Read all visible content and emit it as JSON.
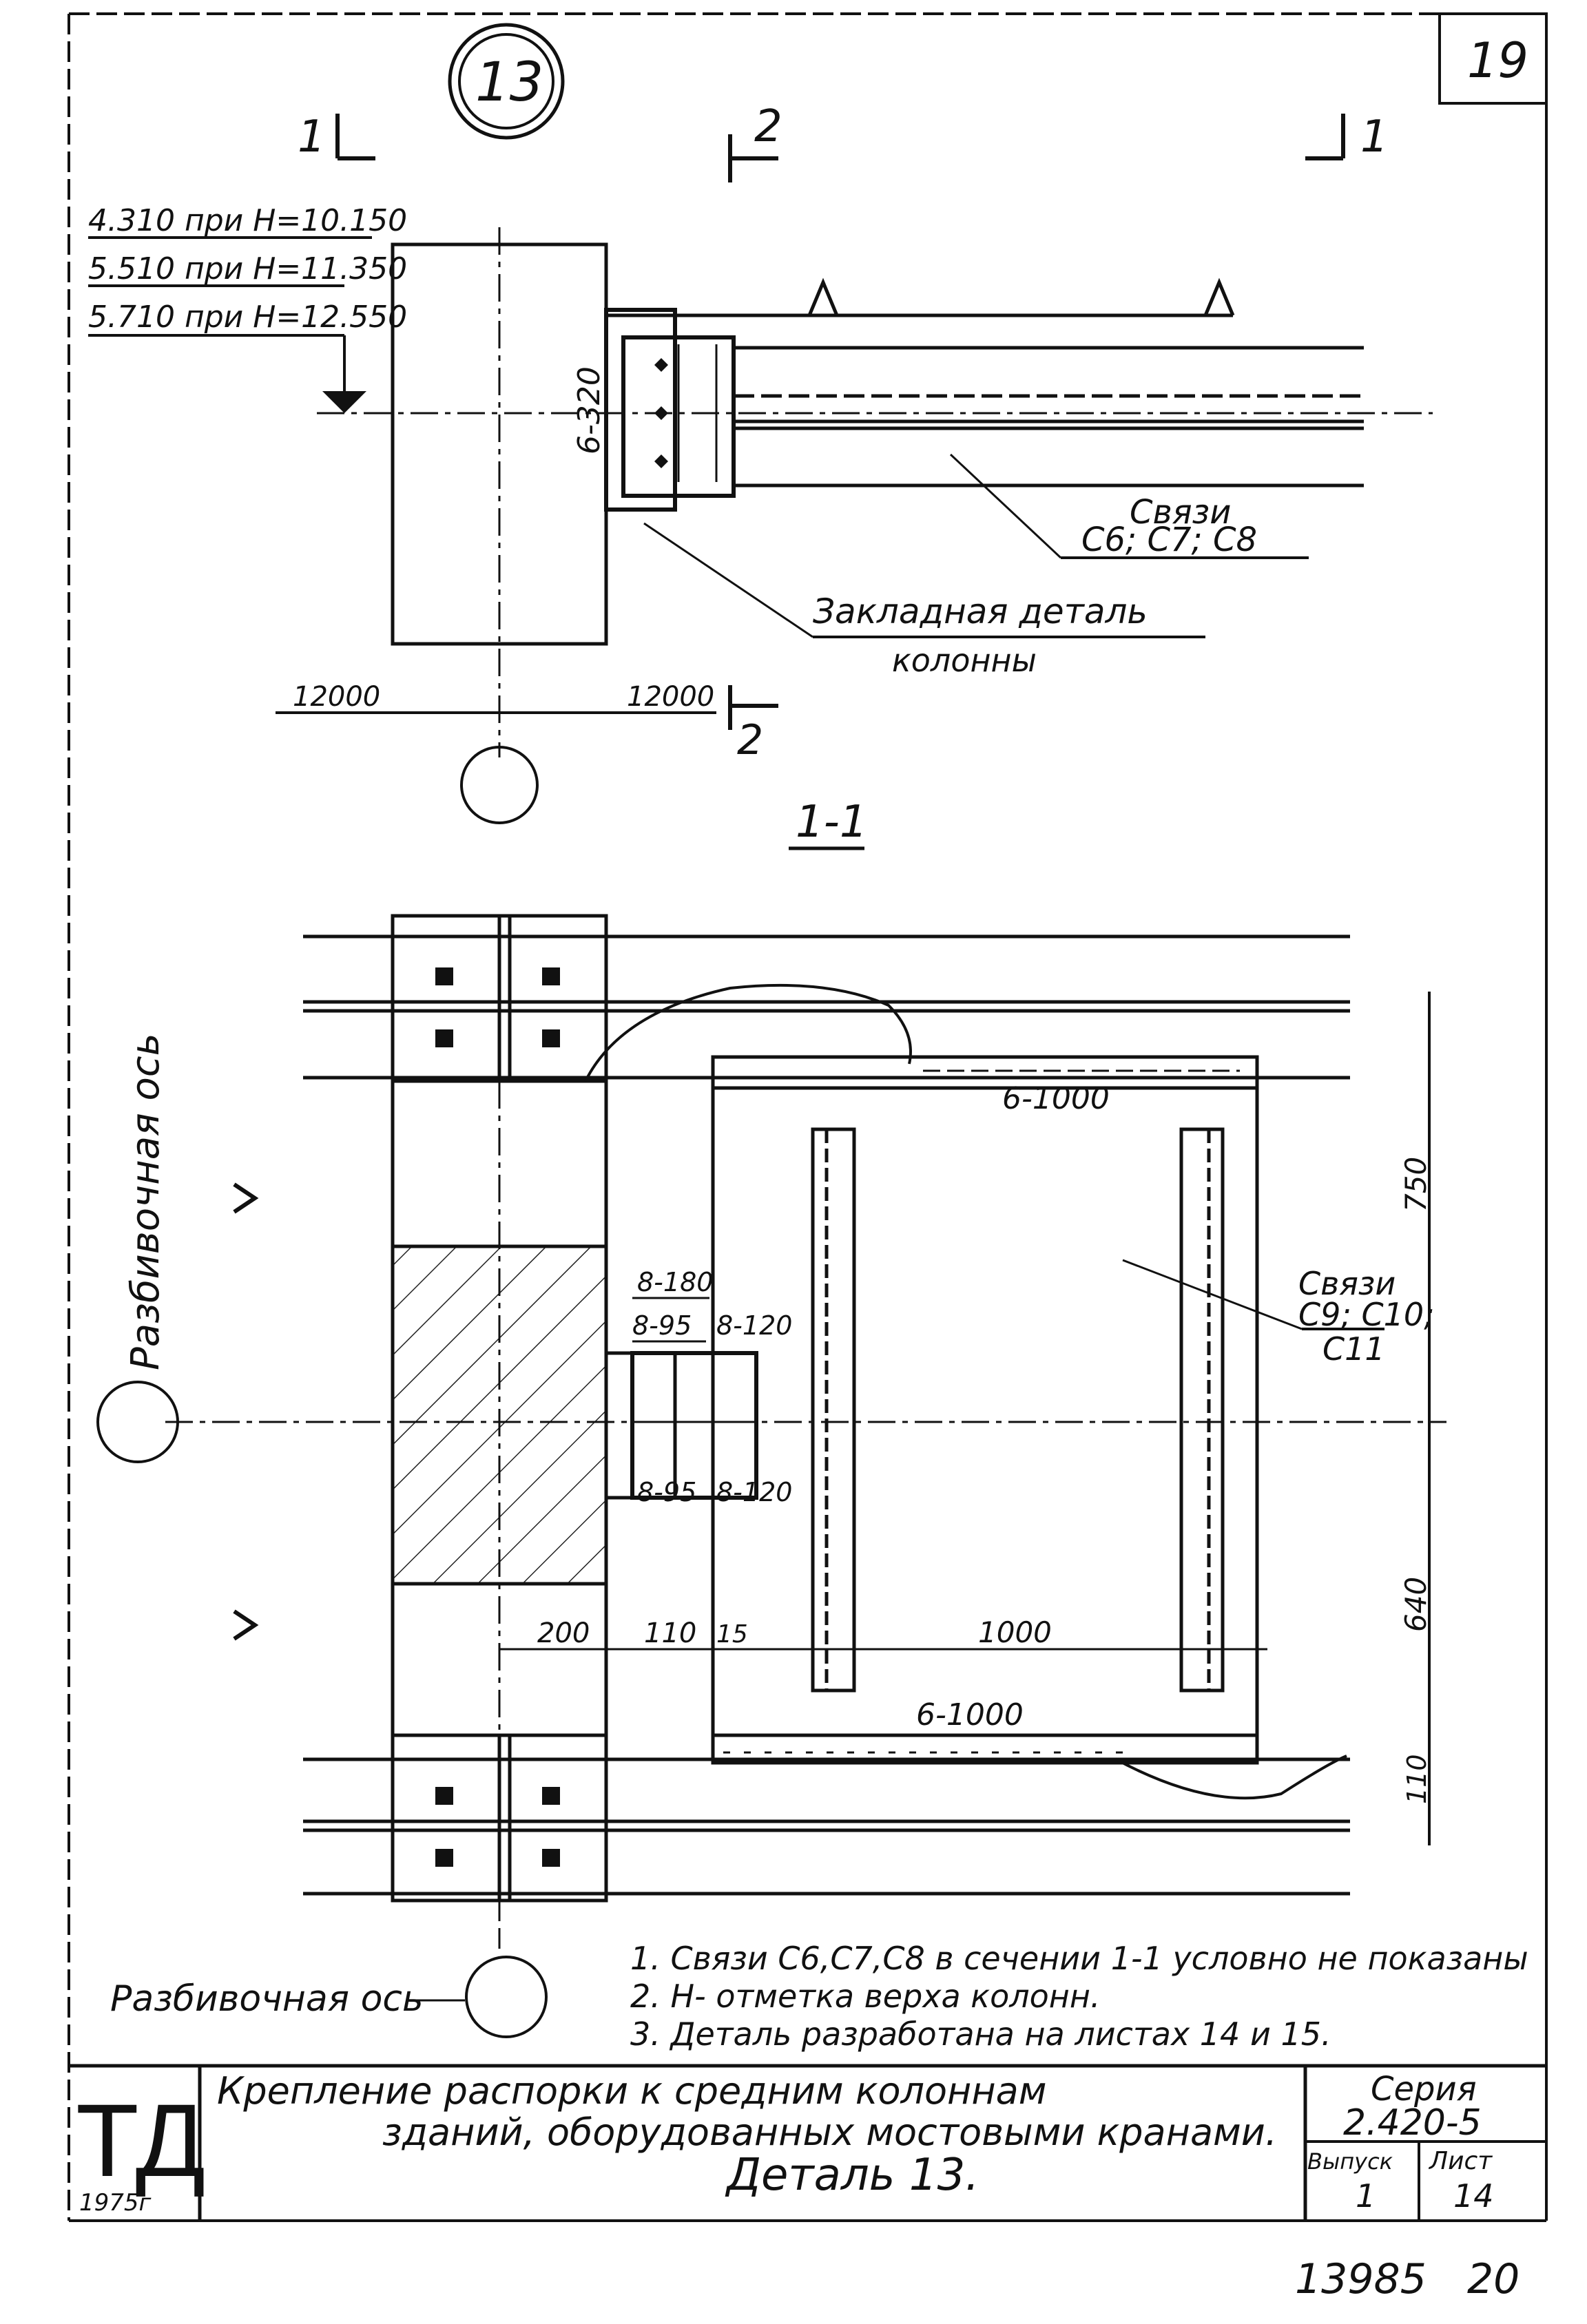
{
  "sheet": {
    "number_top": "19",
    "detail_circle": "13",
    "bottom_number_left": "13985",
    "bottom_number_right": "20"
  },
  "plan": {
    "elev_1": "4.310 при H=10.150",
    "elev_2": "5.510 при H=11.350",
    "elev_3": "5.710 при H=12.550",
    "section_mark_1": "1",
    "section_mark_2": "2",
    "weld_label": "6-320",
    "ties_label_1": "Связи",
    "ties_label_2": "С6; С7; С8",
    "embed_label_1": "Закладная деталь",
    "embed_label_2": "колонны",
    "dim_left": "12000",
    "dim_right": "12000"
  },
  "section": {
    "title": "1-1",
    "axis_label": "Разбивочная ось",
    "weld_top": "6-1000",
    "weld_bottom": "6-1000",
    "weld_180": "8-180",
    "weld_95_top": "8-95",
    "weld_120_top": "8-120",
    "weld_95_bot": "8-95",
    "weld_120_bot": "8-120",
    "dim_750": "750",
    "dim_640": "640",
    "dim_110_right": "110",
    "dim_200": "200",
    "dim_110": "110",
    "dim_15": "15",
    "dim_1000": "1000",
    "ties_label_1": "Связи",
    "ties_label_2": "С9; С10;",
    "ties_label_3": "С11",
    "bottom_axis_label": "Разбивочная ось"
  },
  "notes": [
    "1. Связи С6,С7,С8 в сечении 1-1 условно не показаны",
    "2. H- отметка верха колонн.",
    "3. Деталь разработана на листах 14 и 15."
  ],
  "title_block": {
    "logo": "ТД",
    "year": "1975г",
    "title_line1": "Крепление распорки к средним колоннам",
    "title_line2": "зданий, оборудованных мостовыми кранами.",
    "title_line3": "Деталь 13.",
    "series_label": "Серия",
    "series_value": "2.420-5",
    "issue_label": "Выпуск",
    "issue_value": "1",
    "sheet_label": "Лист",
    "sheet_value": "14"
  }
}
